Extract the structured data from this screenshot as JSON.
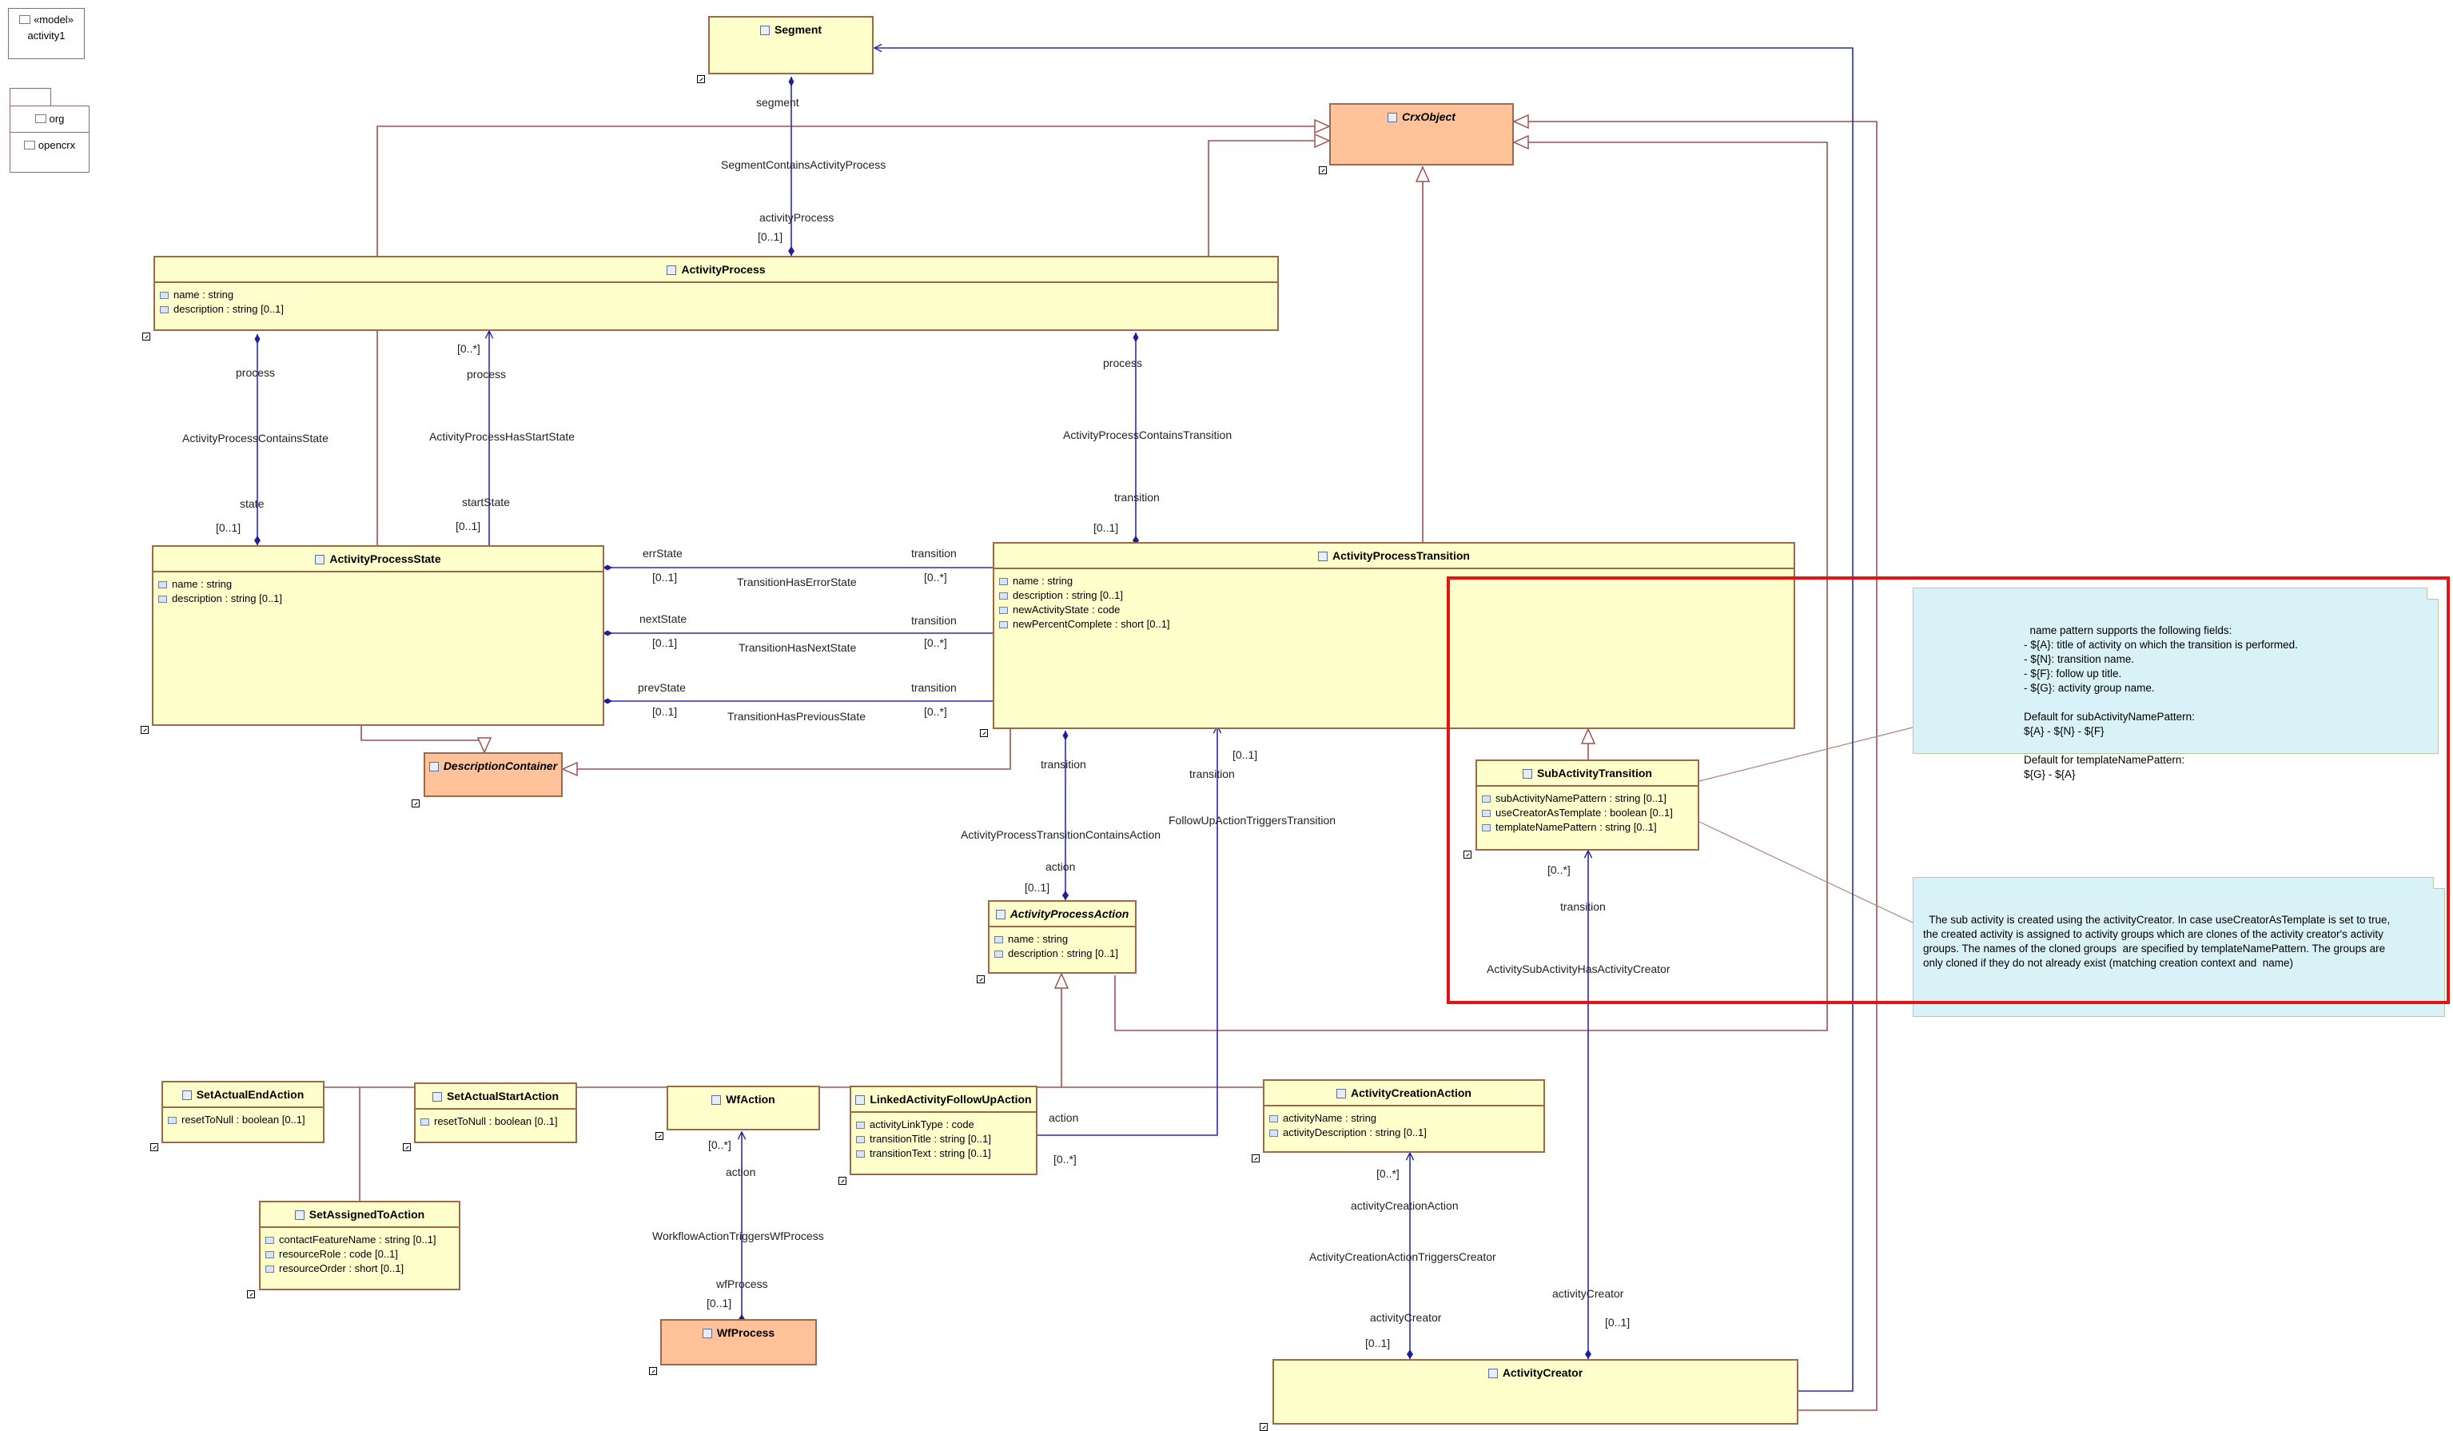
{
  "model": {
    "stereotype": "«model»",
    "name": "activity1"
  },
  "packages": [
    "org",
    "opencrx"
  ],
  "classes": {
    "segment": {
      "name": "Segment"
    },
    "craObject": {
      "name": "CrxObject"
    },
    "activityProcess": {
      "name": "ActivityProcess",
      "attrs": [
        "name : string",
        "description : string [0..1]"
      ]
    },
    "activityProcessState": {
      "name": "ActivityProcessState",
      "attrs": [
        "name : string",
        "description : string [0..1]"
      ]
    },
    "activityProcessTransition": {
      "name": "ActivityProcessTransition",
      "attrs": [
        "name : string",
        "description : string [0..1]",
        "newActivityState : code",
        "newPercentComplete : short [0..1]"
      ]
    },
    "descriptionContainer": {
      "name": "DescriptionContainer"
    },
    "subActivityTransition": {
      "name": "SubActivityTransition",
      "attrs": [
        "subActivityNamePattern : string [0..1]",
        "useCreatorAsTemplate : boolean [0..1]",
        "templateNamePattern : string [0..1]"
      ]
    },
    "activityProcessAction": {
      "name": "ActivityProcessAction",
      "attrs": [
        "name : string",
        "description : string [0..1]"
      ]
    },
    "setActualEndAction": {
      "name": "SetActualEndAction",
      "attrs": [
        "resetToNull : boolean [0..1]"
      ]
    },
    "setActualStartAction": {
      "name": "SetActualStartAction",
      "attrs": [
        "resetToNull : boolean [0..1]"
      ]
    },
    "wfAction": {
      "name": "WfAction"
    },
    "linkedActivityFollowUpAction": {
      "name": "LinkedActivityFollowUpAction",
      "attrs": [
        "activityLinkType : code",
        "transitionTitle : string [0..1]",
        "transitionText : string [0..1]"
      ]
    },
    "activityCreationAction": {
      "name": "ActivityCreationAction",
      "attrs": [
        "activityName : string",
        "activityDescription : string [0..1]"
      ]
    },
    "setAssignedToAction": {
      "name": "SetAssignedToAction",
      "attrs": [
        "contactFeatureName : string [0..1]",
        "resourceRole : code [0..1]",
        "resourceOrder : short [0..1]"
      ]
    },
    "wfProcess": {
      "name": "WfProcess"
    },
    "activityCreator": {
      "name": "ActivityCreator"
    }
  },
  "labels": {
    "segment": "segment",
    "segmentContainsActivityProcess": "SegmentContainsActivityProcess",
    "activityProcess": "activityProcess",
    "m01a": "[0..1]",
    "process1": "process",
    "activityProcessContainsState": "ActivityProcessContainsState",
    "state": "state",
    "m01b": "[0..1]",
    "m0starA": "[0..*]",
    "process2": "process",
    "activityProcessHasStartState": "ActivityProcessHasStartState",
    "startState": "startState",
    "m01c": "[0..1]",
    "process3": "process",
    "activityProcessContainsTransition": "ActivityProcessContainsTransition",
    "transition1": "transition",
    "m01d": "[0..1]",
    "errState": "errState",
    "transition2": "transition",
    "m01e": "[0..1]",
    "m0starB": "[0..*]",
    "transitionHasErrorState": "TransitionHasErrorState",
    "nextState": "nextState",
    "transition3": "transition",
    "m01f": "[0..1]",
    "m0starC": "[0..*]",
    "transitionHasNextState": "TransitionHasNextState",
    "prevState": "prevState",
    "transition4": "transition",
    "m01g": "[0..1]",
    "m0starD": "[0..*]",
    "transitionHasPreviousState": "TransitionHasPreviousState",
    "transition5": "transition",
    "transition6": "transition",
    "m01h": "[0..1]",
    "followUpActionTriggersTransition": "FollowUpActionTriggersTransition",
    "activityProcessTransitionContainsAction": "ActivityProcessTransitionContainsAction",
    "action1": "action",
    "m01i": "[0..1]",
    "m0starE": "[0..*]",
    "transition7": "transition",
    "activitySubActivityHasActivityCreator": "ActivitySubActivityHasActivityCreator",
    "action2": "action",
    "m0starF": "[0..*]",
    "m0starG": "[0..*]",
    "action3": "action",
    "workflowActionTriggersWfProcess": "WorkflowActionTriggersWfProcess",
    "wfProcess": "wfProcess",
    "m01j": "[0..1]",
    "m0starH": "[0..*]",
    "activityCreationAction": "activityCreationAction",
    "activityCreationActionTriggersCreator": "ActivityCreationActionTriggersCreator",
    "activityCreator1": "activityCreator",
    "m01k": "[0..1]",
    "activityCreator2": "activityCreator",
    "m01l": "[0..1]"
  },
  "notes": {
    "namePattern": "name pattern supports the following fields:\n- ${A}: title of activity on which the transition is performed.\n- ${N}: transition name.\n- ${F}: follow up title.\n- ${G}: activity group name.\n\nDefault for subActivityNamePattern:\n${A} - ${N} - ${F}\n\nDefault for templateNamePattern:\n${G} - ${A}",
    "subActivity": "The sub activity is created using the activityCreator. In case useCreatorAsTemplate is set to true,\nthe created activity is assigned to activity groups which are clones of the activity creator's activity\ngroups. The names of the cloned groups  are specified by templateNamePattern. The groups are\nonly cloned if they do not already exist (matching creation context and  name)"
  },
  "colors": {
    "classFill": "#ffffcc",
    "abstractFill": "#ffc299",
    "noteFill": "#d9f2f7",
    "association": "#2b2bb0",
    "generalization": "#a05050",
    "highlight": "#e41414"
  }
}
